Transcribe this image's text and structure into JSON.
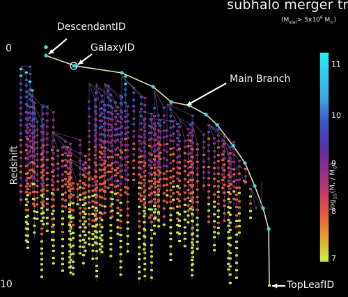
{
  "title": "subhalo merger tree",
  "subtitle": {
    "prefix": "(M",
    "sub": "star",
    "rest": "> 5x10",
    "sup": "6",
    "unit": " M",
    "unit_sub": "⊙",
    "close": ")"
  },
  "yaxis": {
    "label": "Redshift",
    "ticks": [
      "0",
      "10"
    ]
  },
  "colorbar": {
    "label_prefix": "log",
    "label_sub": "10",
    "label_rest": "(M",
    "label_sub2": "*",
    "label_tail": " / M",
    "label_sub3": "⊙",
    "label_close": ")",
    "ticks": [
      "11",
      "10",
      "9",
      "8",
      "7"
    ],
    "colors": [
      "#24f0ee",
      "#3a55c8",
      "#8a2e8c",
      "#e85c3a",
      "#c8f040"
    ]
  },
  "annotations": {
    "descendant": "DescendantID",
    "galaxy": "GalaxyID",
    "main_branch": "Main Branch",
    "top_leaf": "TopLeafID"
  },
  "colors": {
    "main_branch": "#e8dfa8",
    "arrow": "#ffffff",
    "background": "#000000"
  }
}
